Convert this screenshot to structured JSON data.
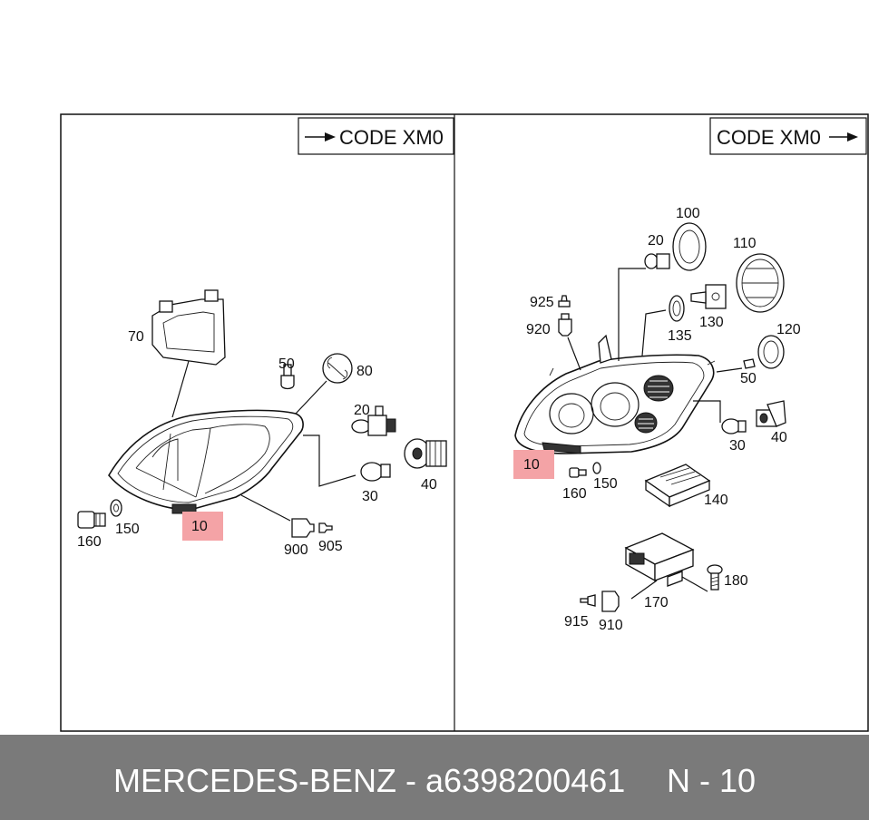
{
  "left_panel": {
    "code_label": "CODE XM0",
    "labels": {
      "p70": "70",
      "p50": "50",
      "p80": "80",
      "p20": "20",
      "p30": "30",
      "p40": "40",
      "p160": "160",
      "p150": "150",
      "p10": "10",
      "p900": "900",
      "p905": "905"
    }
  },
  "right_panel": {
    "code_label": "CODE XM0",
    "labels": {
      "p100": "100",
      "p20": "20",
      "p110": "110",
      "p925": "925",
      "p920": "920",
      "p135": "135",
      "p130": "130",
      "p120": "120",
      "p50": "50",
      "p30": "30",
      "p40": "40",
      "p10": "10",
      "p160": "160",
      "p150": "150",
      "p140": "140",
      "p180": "180",
      "p170": "170",
      "p915": "915",
      "p910": "910"
    }
  },
  "footer": {
    "brand_part": "MERCEDES-BENZ - a6398200461",
    "reference": "N - 10"
  },
  "colors": {
    "highlight": "#f4a3a6",
    "footer_bg": "#7a7a7a"
  }
}
